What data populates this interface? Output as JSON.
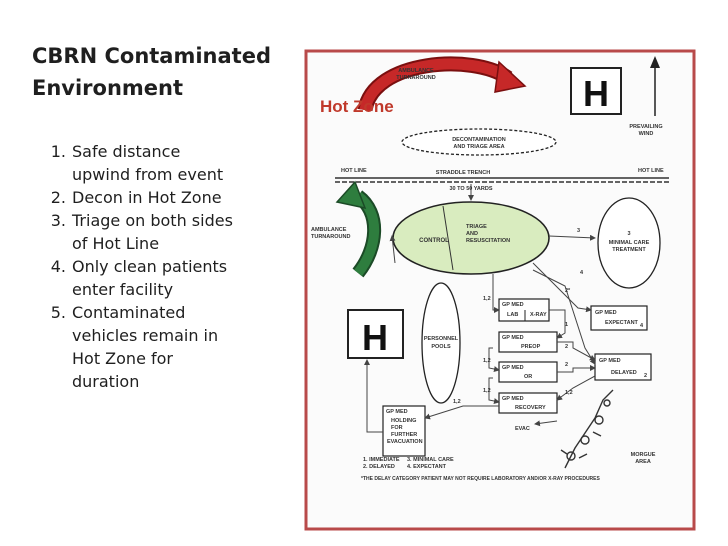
{
  "slide": {
    "title": "CBRN Contaminated Environment",
    "bullets": [
      {
        "num": "1.",
        "lines": [
          "Safe distance",
          "upwind from event"
        ]
      },
      {
        "num": "2.",
        "lines": [
          "Decon in Hot Zone"
        ]
      },
      {
        "num": "3.",
        "lines": [
          "Triage on both sides",
          "of Hot Line"
        ]
      },
      {
        "num": "4.",
        "lines": [
          "Only clean patients",
          "enter facility"
        ]
      },
      {
        "num": "5.",
        "lines": [
          "Contaminated",
          "vehicles remain in",
          "Hot Zone for",
          "duration"
        ]
      }
    ]
  },
  "diagram": {
    "hot_zone_label": "Hot Zone",
    "helipad_letter": "H",
    "ambulance_turnaround_top": [
      "AMBULANCE",
      "TURNAROUND"
    ],
    "ambulance_turnaround_left": [
      "AMBULANCE",
      "TURNAROUND"
    ],
    "prevailing_wind": [
      "PREVAILING",
      "WIND"
    ],
    "decon_area": [
      "DECONTAMINATION",
      "AND TRIAGE AREA"
    ],
    "hot_line_left": "HOT LINE",
    "hot_line_right": "HOT LINE",
    "straddle_trench": "STRADDLE TRENCH",
    "distance_label": "30 TO 50 YARDS",
    "control": "CONTROL",
    "triage": [
      "TRIAGE",
      "AND",
      "RESUSCITATION"
    ],
    "minimal_care": [
      "3",
      "MINIMAL CARE",
      "TREATMENT"
    ],
    "personnel_pools": [
      "PERSONNEL",
      "POOLS"
    ],
    "morgue": [
      "MORGUE",
      "AREA"
    ],
    "lab": [
      "GP MED",
      "LAB",
      "X-RAY"
    ],
    "preop": [
      "GP MED",
      "PREOP"
    ],
    "or": [
      "GP MED",
      "OR"
    ],
    "recovery": [
      "GP MED",
      "RECOVERY"
    ],
    "expectant": [
      "GP MED",
      "EXPECTANT"
    ],
    "delayed": [
      "GP MED",
      "DELAYED"
    ],
    "holding": [
      "GP MED",
      "HOLDING",
      "FOR",
      "FURTHER",
      "EVACUATION"
    ],
    "evac": "EVAC",
    "flow_numbers": [
      "1,2",
      "1,2",
      "1,2",
      "1,2",
      "1",
      "2",
      "2",
      "1,2",
      "2*",
      "3",
      "4",
      "4",
      "2"
    ],
    "legend": [
      "1. IMMEDIATE",
      "3. MINIMAL CARE",
      "2. DELAYED",
      "4. EXPECTANT"
    ],
    "footnote": "*THE DELAY CATEGORY PATIENT MAY NOT REQUIRE LABORATORY AND/OR X-RAY PROCEDURES",
    "colors": {
      "border": "#b84a4a",
      "hot_zone_text": "#c0392b",
      "triage_fill": "#d9ecbf",
      "red_arrow": "#b71c1c",
      "green_arrow": "#2e6b3a"
    }
  }
}
